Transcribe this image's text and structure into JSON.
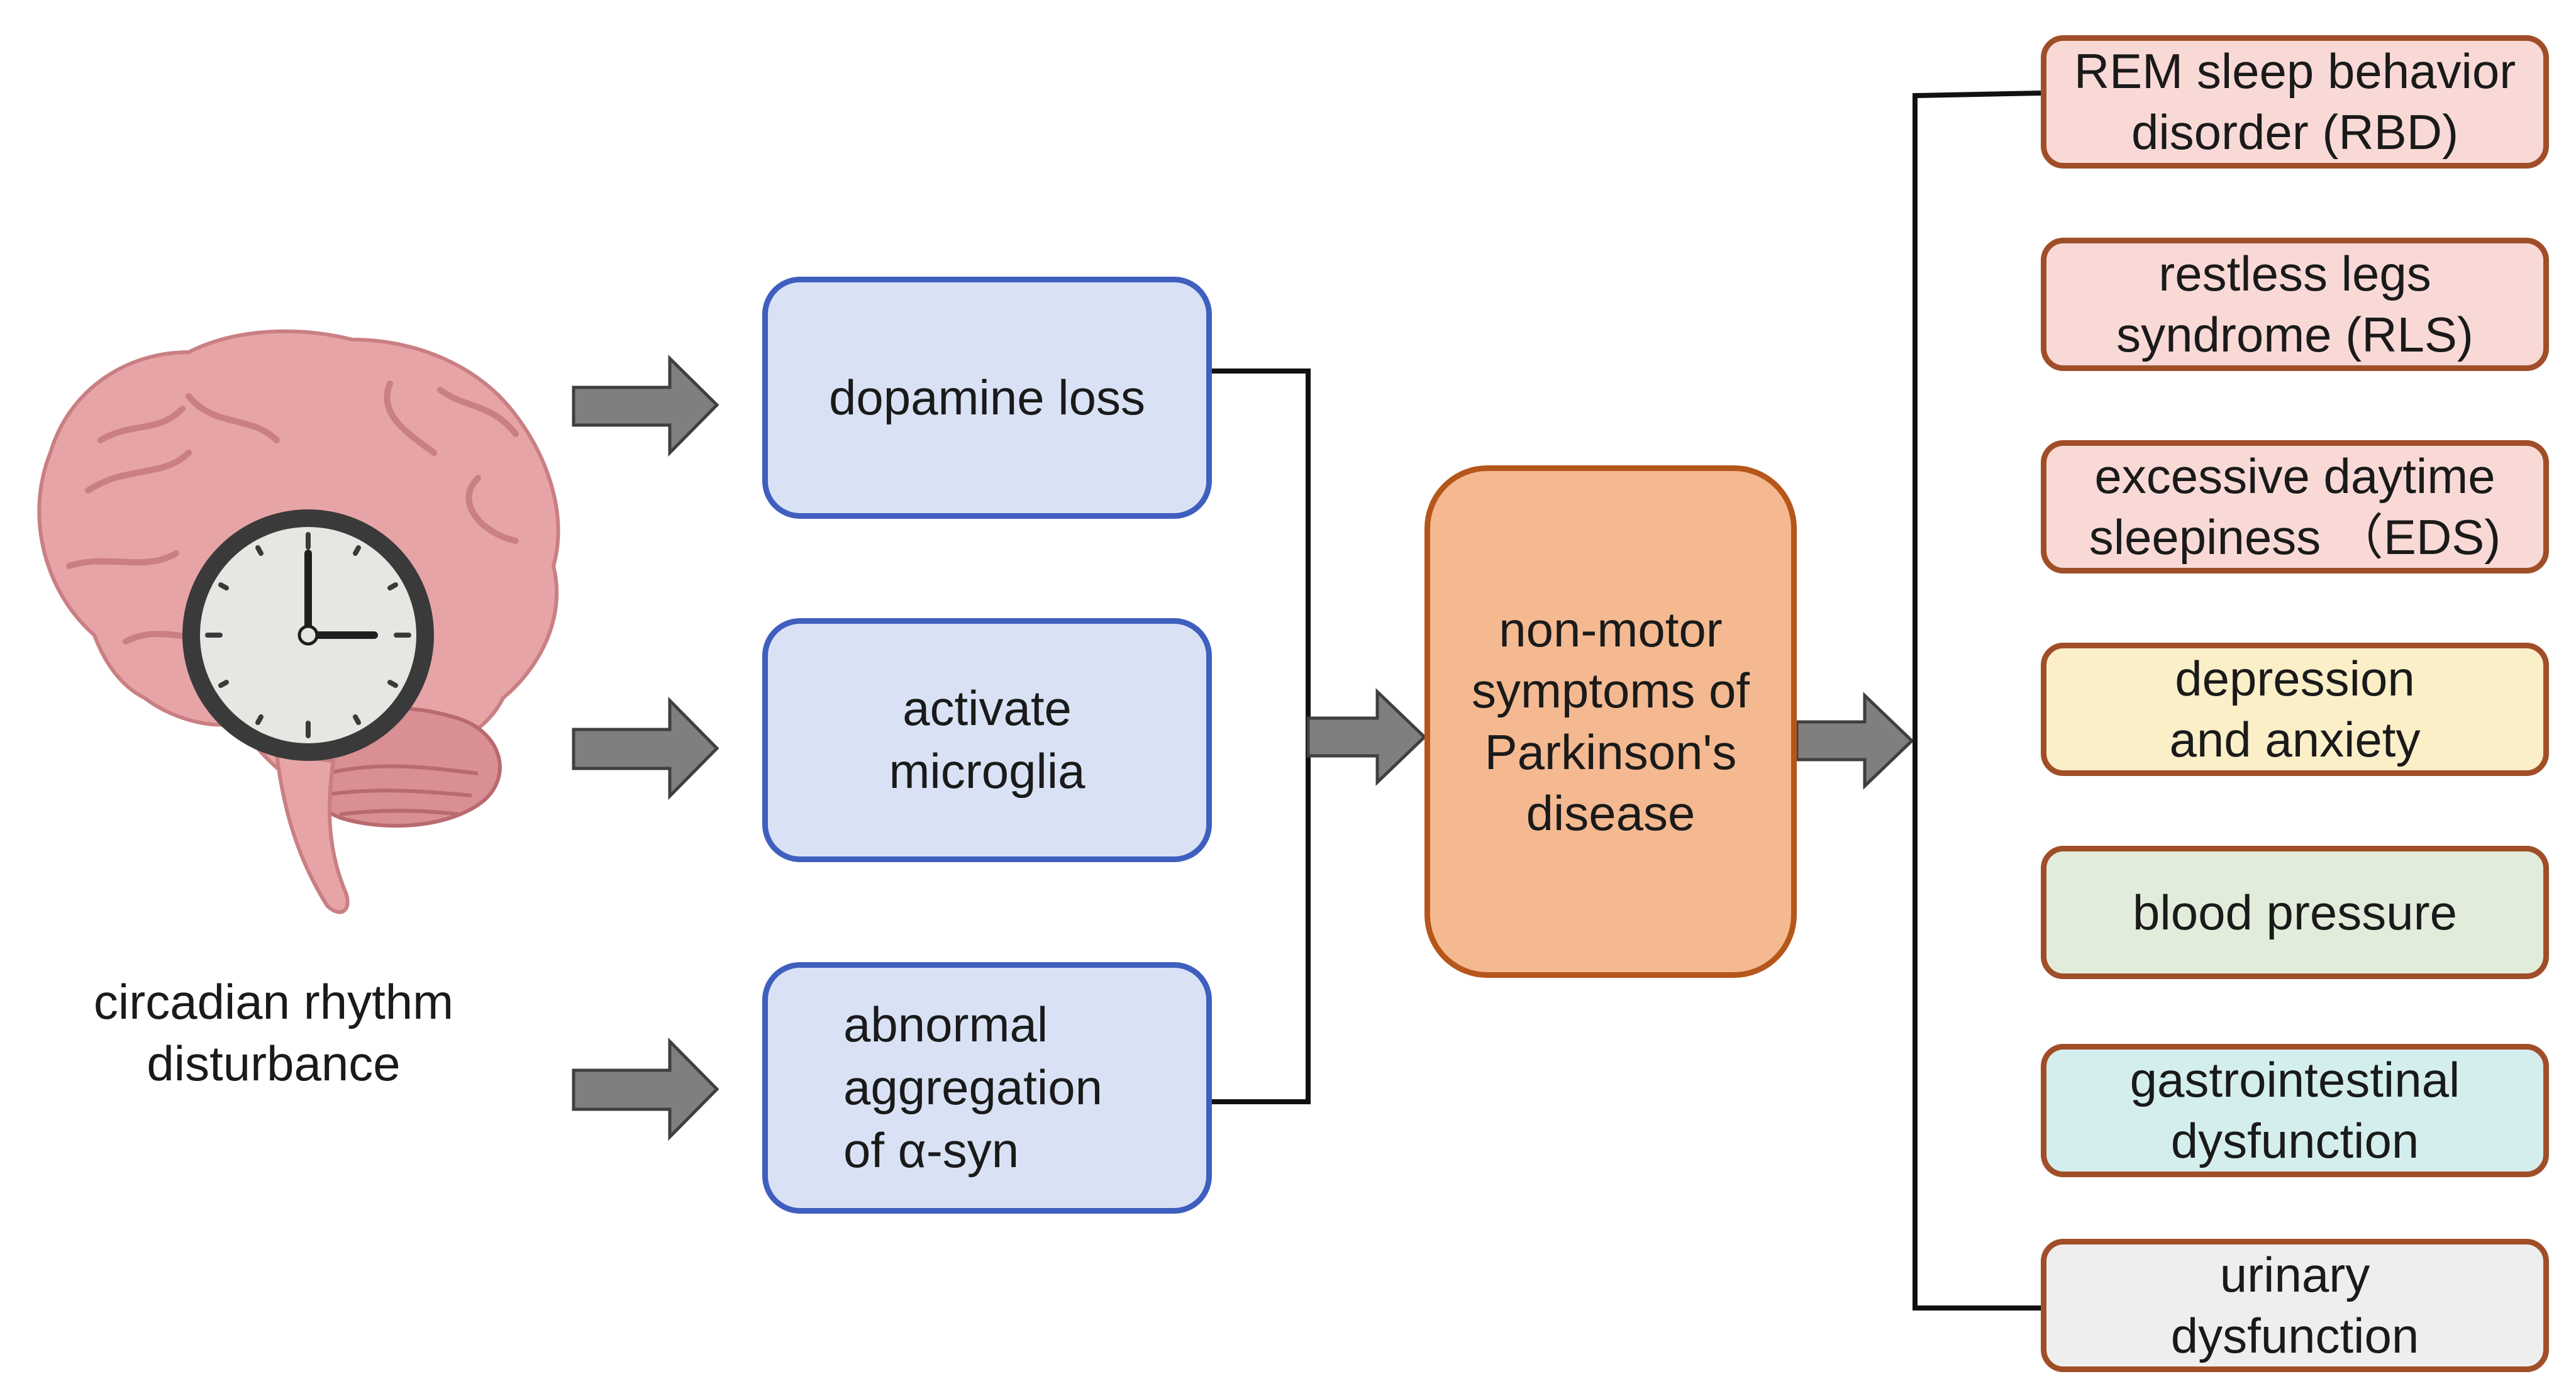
{
  "colors": {
    "mechanism_fill": "#d9e2f5",
    "mechanism_border": "#3f5fbf",
    "center_fill": "#f4b990",
    "center_border": "#b5561a",
    "arrow_fill": "#7f7f7f",
    "outcome_border": "#a04e28"
  },
  "source": {
    "icon": "brain-with-clock-icon",
    "caption": "circadian rhythm\ndisturbance"
  },
  "mechanisms": [
    {
      "label": "dopamine loss"
    },
    {
      "label": "activate\nmicroglia"
    },
    {
      "label": "abnormal\naggregation\nof α-syn"
    }
  ],
  "center": {
    "label": "non-motor\nsymptoms of\nParkinson's\ndisease"
  },
  "outcomes": [
    {
      "label": "REM sleep behavior\ndisorder (RBD)",
      "fill": "#f9d9d6"
    },
    {
      "label": "restless legs\nsyndrome (RLS)",
      "fill": "#f9d9d6"
    },
    {
      "label": "excessive daytime\nsleepiness （EDS)",
      "fill": "#f9d9d6"
    },
    {
      "label": "depression\nand anxiety",
      "fill": "#fbefc8"
    },
    {
      "label": "blood pressure",
      "fill": "#e1edda"
    },
    {
      "label": "gastrointestinal\ndysfunction",
      "fill": "#d4eeee"
    },
    {
      "label": "urinary\ndysfunction",
      "fill": "#eeeeee"
    }
  ]
}
